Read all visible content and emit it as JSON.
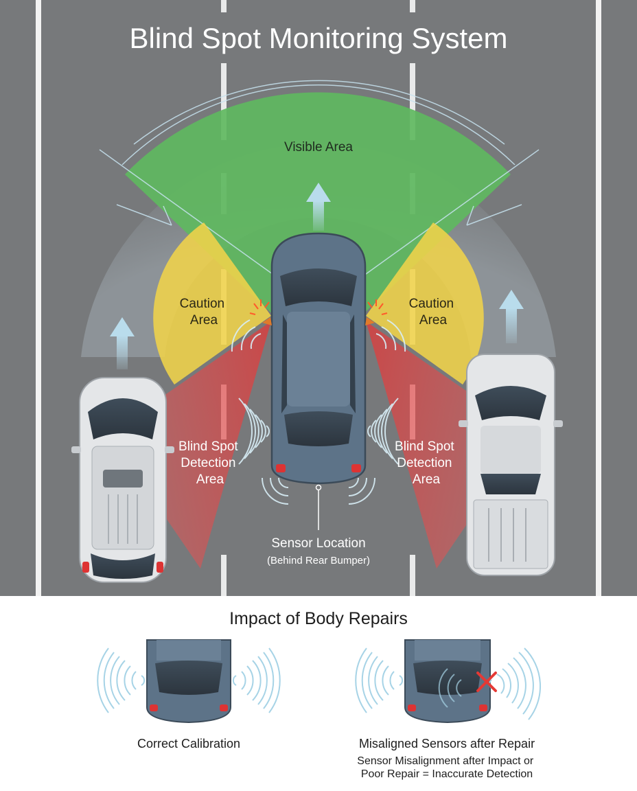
{
  "title": "Blind Spot Monitoring System",
  "zones": {
    "visible": "Visible Area",
    "caution_left": [
      "Caution",
      "Area"
    ],
    "caution_right": [
      "Caution",
      "Area"
    ],
    "bsd_left": [
      "Blind Spot",
      "Detection",
      "Area"
    ],
    "bsd_right": [
      "Blind Spot",
      "Detection",
      "Area"
    ]
  },
  "sensor": {
    "label": "Sensor Location",
    "sublabel": "(Behind Rear Bumper)"
  },
  "repairs": {
    "heading": "Impact of Body Repairs",
    "correct_label": "Correct Calibration",
    "misaligned_label": "Misaligned Sensors after Repair",
    "misaligned_note": [
      "Sensor Misalignment after Impact or",
      "Poor Repair = Inaccurate Detection"
    ]
  },
  "colors": {
    "road": "#77797b",
    "visible_zone": "#5fb85f",
    "caution_zone": "#f0d34a",
    "detection_zone": "#e03a3a",
    "car_blue": "#5d7388",
    "car_white": "#e4e6e8",
    "wave": "#bfe0ef",
    "error_x": "#e53935"
  }
}
